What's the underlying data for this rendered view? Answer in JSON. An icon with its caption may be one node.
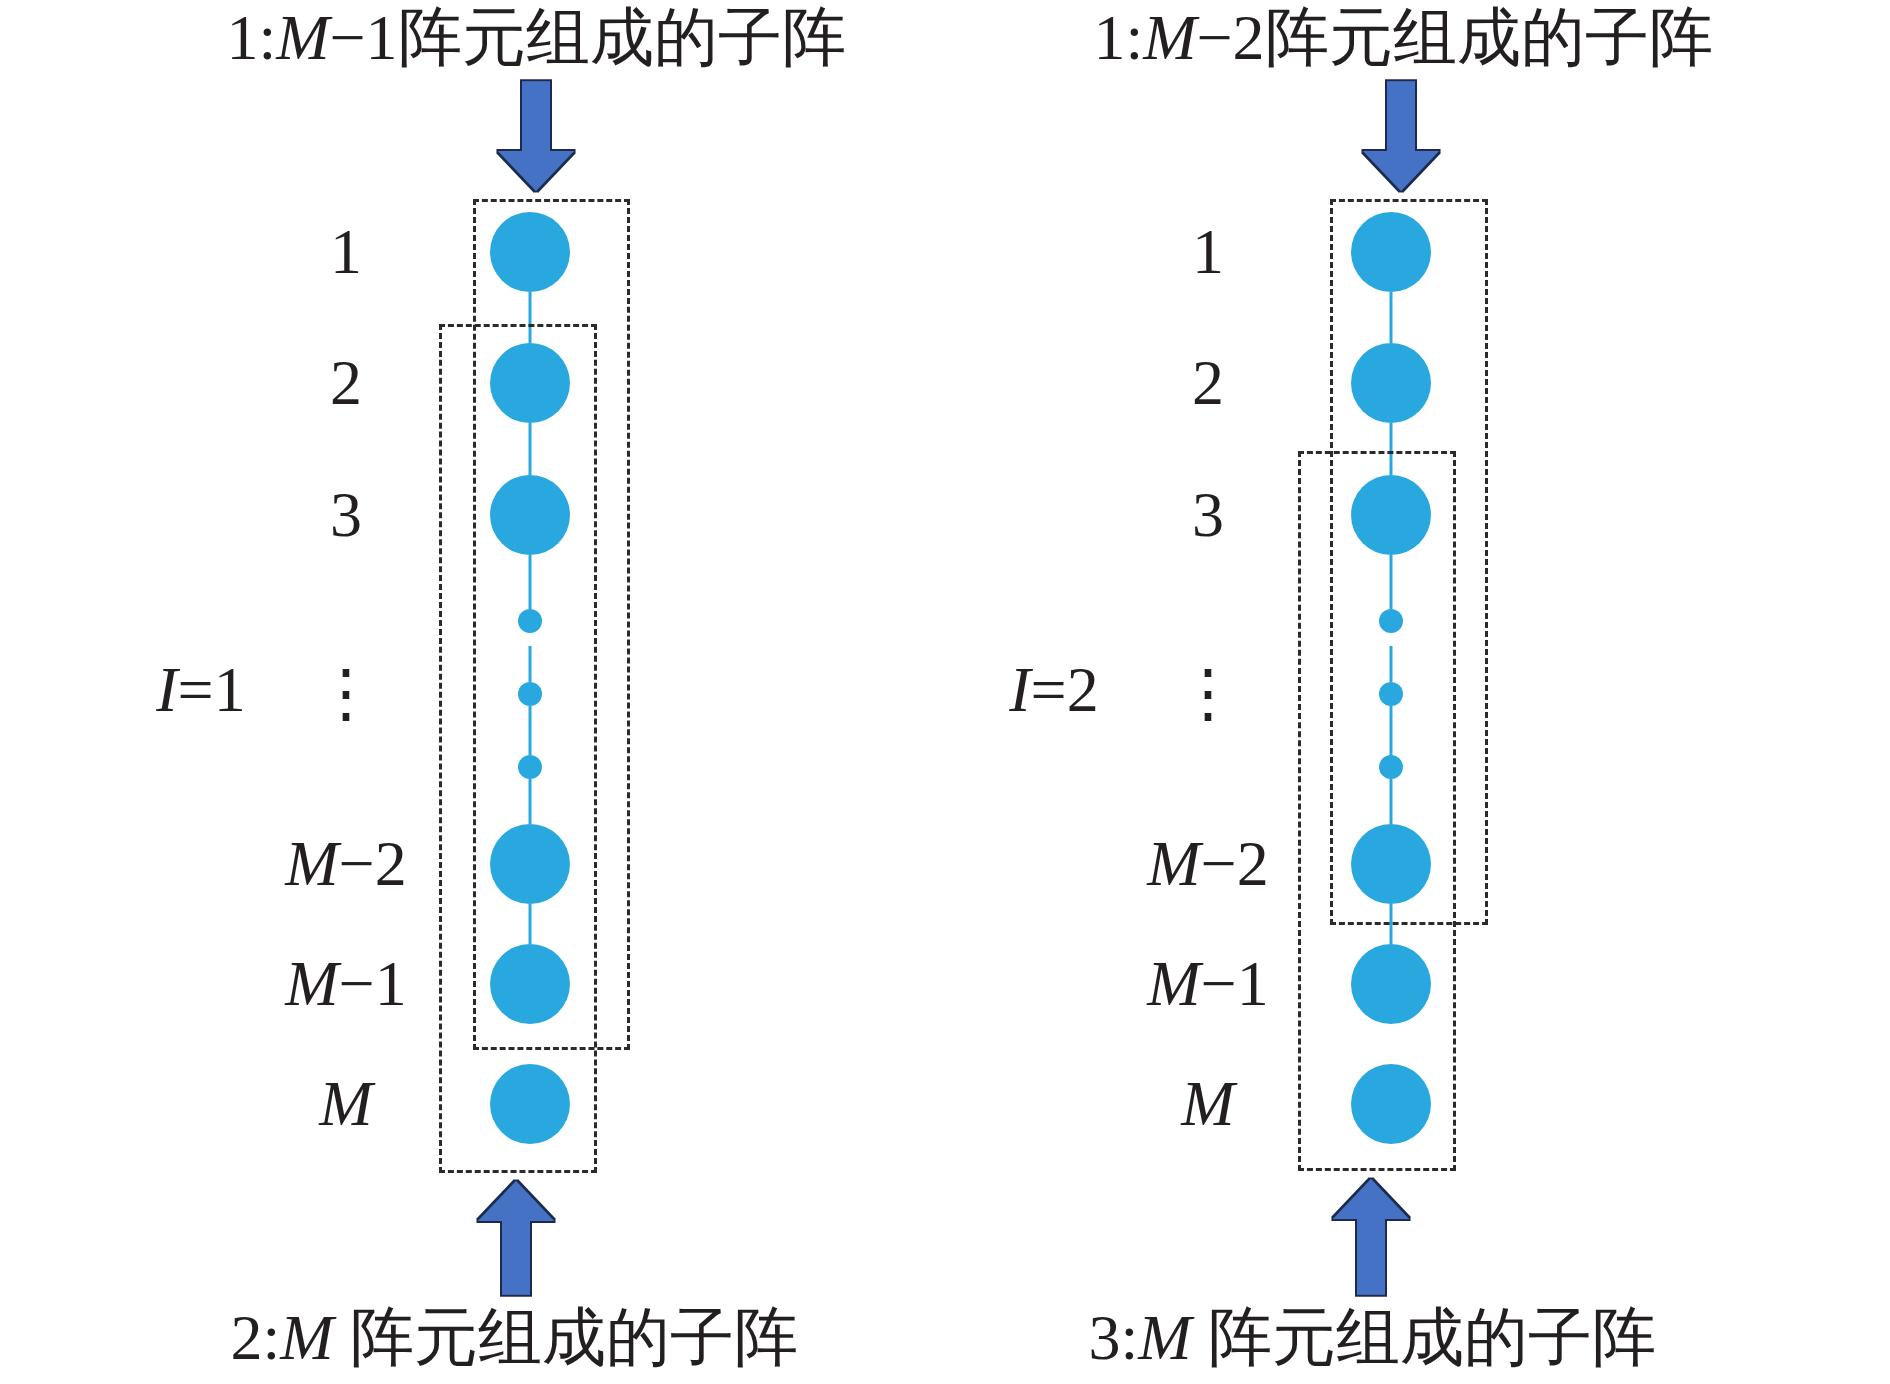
{
  "diagram": {
    "nodes": [
      {
        "text": [
          "1:*M*−1阵元组成的子阵"
        ]
      },
      {
        "text": [],
        "shape": "box"
      },
      {
        "text": [],
        "shape": "box"
      },
      {
        "text": [],
        "shape": "circle",
        "in": 1,
        "beside": [
          "1"
        ]
      },
      {
        "text": [],
        "shape": "circle",
        "beside": [
          "2"
        ]
      },
      {
        "text": [],
        "shape": "circle",
        "beside": [
          "3"
        ]
      },
      {
        "text": [],
        "shape": "circle"
      },
      {
        "text": [],
        "shape": "circle",
        "beside": [
          "⋮"
        ]
      },
      {
        "text": [],
        "shape": "circle"
      },
      {
        "text": [],
        "shape": "circle",
        "beside": [
          "*M*−2"
        ]
      },
      {
        "text": [],
        "shape": "circle",
        "beside": [
          "*M*−1"
        ]
      },
      {
        "text": [],
        "shape": "circle",
        "in": 2,
        "beside": [
          "M"
        ]
      },
      {
        "text": [
          "2:*M* 阵元组成的子阵"
        ]
      },
      {
        "text": [
          "1:*M*−2阵元组成的子阵"
        ]
      },
      {
        "text": [],
        "shape": "box"
      },
      {
        "text": [],
        "shape": "box"
      },
      {
        "text": [],
        "shape": "circle",
        "in": 14,
        "beside": [
          "1"
        ]
      },
      {
        "text": [],
        "shape": "circle",
        "in": 14,
        "beside": [
          "2"
        ]
      },
      {
        "text": [],
        "shape": "circle",
        "beside": [
          "3"
        ]
      },
      {
        "text": [],
        "shape": "circle"
      },
      {
        "text": [],
        "shape": "circle",
        "beside": [
          "⋮"
        ]
      },
      {
        "text": [],
        "shape": "circle"
      },
      {
        "text": [],
        "shape": "circle",
        "beside": [
          "*M*−2"
        ]
      },
      {
        "text": [],
        "shape": "circle",
        "in": 15,
        "beside": [
          "*M*−1"
        ]
      },
      {
        "text": [],
        "shape": "circle",
        "in": 15,
        "beside": [
          "M"
        ]
      },
      {
        "text": [
          "3:*M* 阵元组成的子阵"
        ]
      }
    ],
    "edges": [
      {
        "from": 0,
        "to": 1,
        "arrow": "to",
        "style": "thick",
        "color": "#4472c4"
      },
      {
        "from": 3,
        "to": 4,
        "arrow": "none"
      },
      {
        "from": 4,
        "to": 5,
        "arrow": "none"
      },
      {
        "from": 5,
        "to": 6,
        "arrow": "none"
      },
      {
        "from": 6,
        "to": 7,
        "arrow": "none"
      },
      {
        "from": 7,
        "to": 8,
        "arrow": "none"
      },
      {
        "from": 8,
        "to": 9,
        "arrow": "none"
      },
      {
        "from": 9,
        "to": 10,
        "arrow": "none"
      },
      {
        "from": 12,
        "to": 2,
        "arrow": "to",
        "style": "thick",
        "color": "#4472c4"
      },
      {
        "from": 13,
        "to": 14,
        "arrow": "to",
        "style": "thick",
        "color": "#4472c4"
      },
      {
        "from": 16,
        "to": 17,
        "arrow": "none"
      },
      {
        "from": 17,
        "to": 18,
        "arrow": "none"
      },
      {
        "from": 18,
        "to": 19,
        "arrow": "none"
      },
      {
        "from": 19,
        "to": 20,
        "arrow": "none"
      },
      {
        "from": 20,
        "to": 21,
        "arrow": "none"
      },
      {
        "from": 21,
        "to": 22,
        "arrow": "none"
      },
      {
        "from": 22,
        "to": 23,
        "arrow": "none"
      },
      {
        "from": 25,
        "to": 15,
        "arrow": "to",
        "style": "thick",
        "color": "#4472c4"
      }
    ],
    "labels": [
      "*I*=1",
      "*I*=2"
    ]
  }
}
